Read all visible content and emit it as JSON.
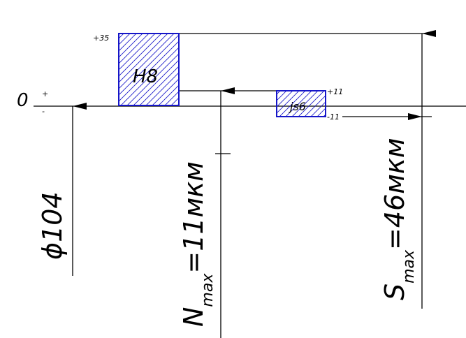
{
  "zero_line": {
    "zero": "0",
    "plus": "+",
    "minus": "-"
  },
  "hole": {
    "label": "H8",
    "upper_dev": "+35"
  },
  "shaft": {
    "label": "js6",
    "upper_dev": "+11",
    "lower_dev": "-11"
  },
  "dimensions": {
    "diameter": "ϕ104",
    "nmax": {
      "symbol": "N",
      "subscript": "max",
      "value": "=11мкм"
    },
    "smax": {
      "symbol": "S",
      "subscript": "max",
      "value": "=46мкм"
    }
  },
  "colors": {
    "tolerance_zone": "#1515c8",
    "line": "#000000"
  }
}
